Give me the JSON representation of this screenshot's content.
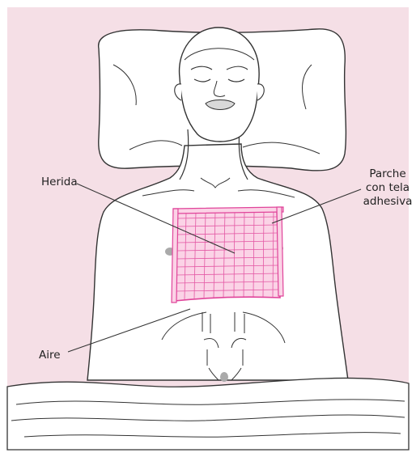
{
  "figure": {
    "background_color": "#f5dfe6",
    "patch_color": "#e0449a",
    "line_color": "#333333",
    "labels": {
      "wound": "Herida",
      "patch": "Parche\ncon tela\nadhesiva",
      "air": "Aire"
    }
  }
}
